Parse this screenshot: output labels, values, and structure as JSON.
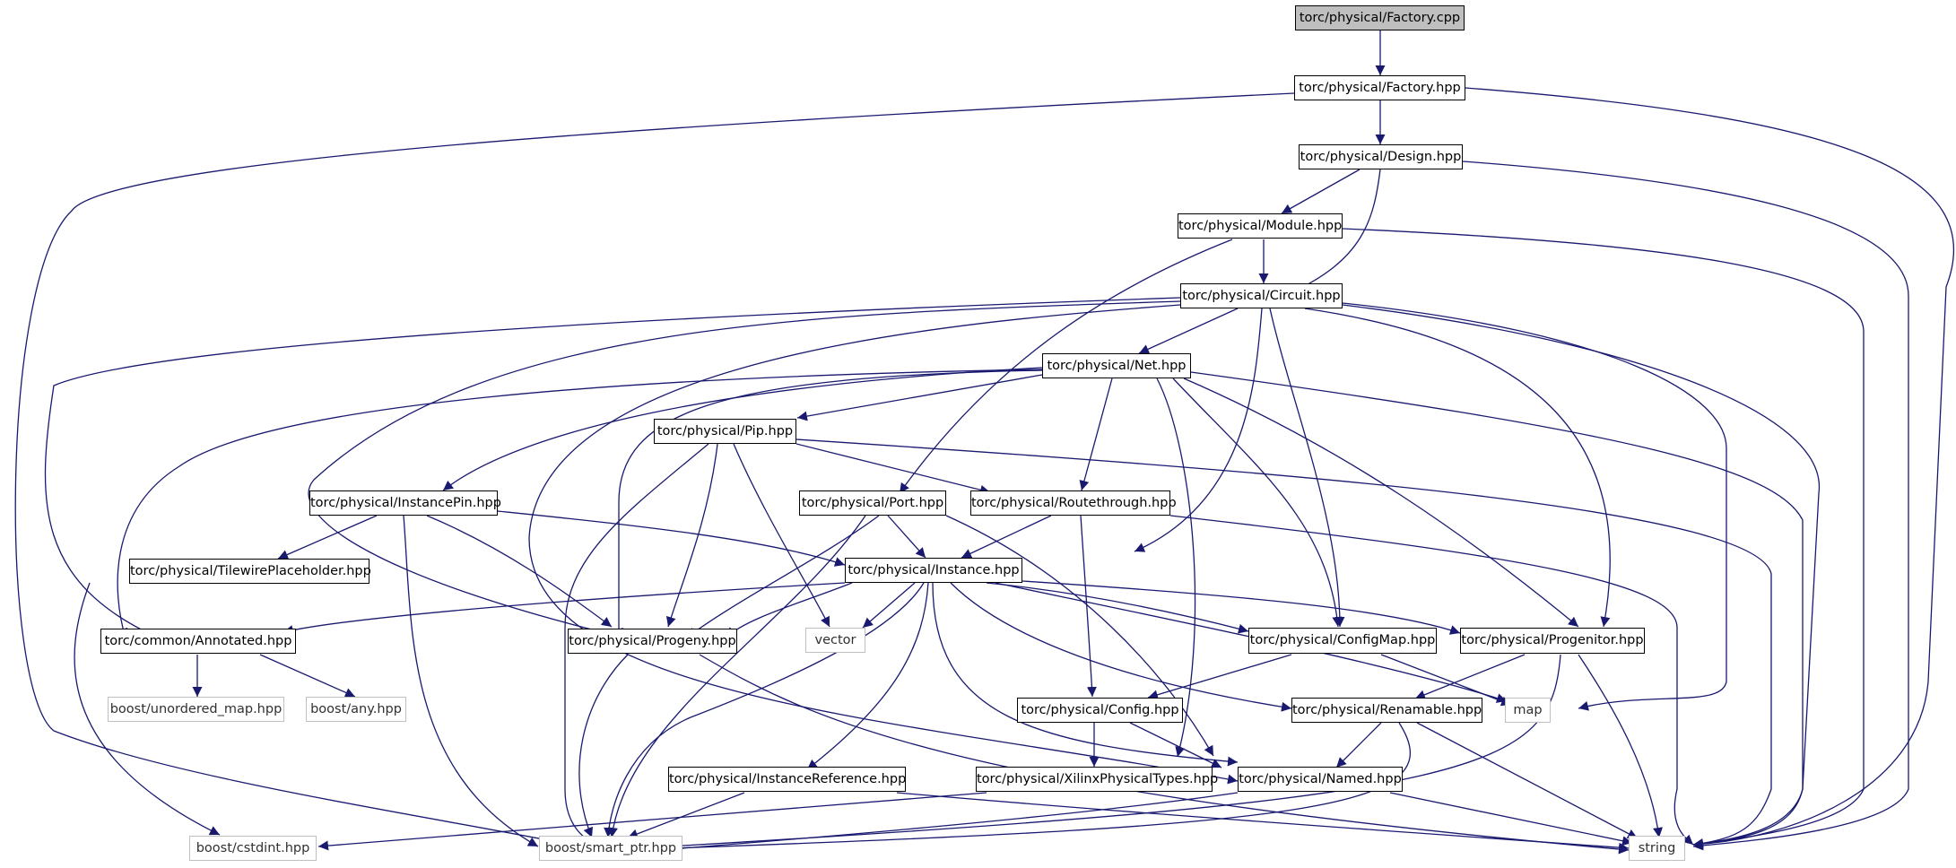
{
  "colors": {
    "edge": "#191970",
    "node_border": "#000000",
    "ext_border": "#bfbfbf",
    "root_fill": "#bfbfbf"
  },
  "nodes": {
    "factory_cpp": {
      "label": "torc/physical/Factory.cpp"
    },
    "factory_hpp": {
      "label": "torc/physical/Factory.hpp"
    },
    "design_hpp": {
      "label": "torc/physical/Design.hpp"
    },
    "module_hpp": {
      "label": "torc/physical/Module.hpp"
    },
    "circuit_hpp": {
      "label": "torc/physical/Circuit.hpp"
    },
    "net_hpp": {
      "label": "torc/physical/Net.hpp"
    },
    "pip_hpp": {
      "label": "torc/physical/Pip.hpp"
    },
    "instancepin_hpp": {
      "label": "torc/physical/InstancePin.hpp"
    },
    "port_hpp": {
      "label": "torc/physical/Port.hpp"
    },
    "routethrough_hpp": {
      "label": "torc/physical/Routethrough.hpp"
    },
    "tilewire_hpp": {
      "label": "torc/physical/TilewirePlaceholder.hpp"
    },
    "instance_hpp": {
      "label": "torc/physical/Instance.hpp"
    },
    "annotated_hpp": {
      "label": "torc/common/Annotated.hpp"
    },
    "progeny_hpp": {
      "label": "torc/physical/Progeny.hpp"
    },
    "vector": {
      "label": "vector"
    },
    "configmap_hpp": {
      "label": "torc/physical/ConfigMap.hpp"
    },
    "progenitor_hpp": {
      "label": "torc/physical/Progenitor.hpp"
    },
    "unordered_map": {
      "label": "boost/unordered_map.hpp"
    },
    "any_hpp": {
      "label": "boost/any.hpp"
    },
    "config_hpp": {
      "label": "torc/physical/Config.hpp"
    },
    "renamable_hpp": {
      "label": "torc/physical/Renamable.hpp"
    },
    "map": {
      "label": "map"
    },
    "instanceref_hpp": {
      "label": "torc/physical/InstanceReference.hpp"
    },
    "xilinxtypes_hpp": {
      "label": "torc/physical/XilinxPhysicalTypes.hpp"
    },
    "named_hpp": {
      "label": "torc/physical/Named.hpp"
    },
    "cstdint_hpp": {
      "label": "boost/cstdint.hpp"
    },
    "smart_ptr_hpp": {
      "label": "boost/smart_ptr.hpp"
    },
    "string": {
      "label": "string"
    }
  }
}
